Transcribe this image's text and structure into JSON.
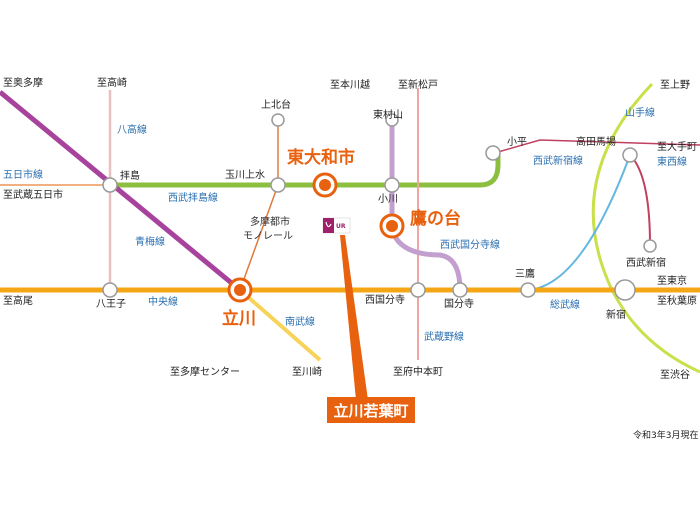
{
  "colors": {
    "chuo": "#f5a614",
    "seibu_haijima": "#8cbf3f",
    "ome": "#a7439c",
    "hachiko": "#e8c0c0",
    "nambu": "#f7d35a",
    "monorail": "#e07a3c",
    "seibu_kokubunji": "#c39fcf",
    "musashino": "#f0a5a0",
    "yamanote": "#c9e04a",
    "sobu": "#64b7e0",
    "seibu_shinjuku_branch": "#c04060",
    "highlight": "#e8610f"
  },
  "highlighted_stations": {
    "higashiyamato": "東大和市",
    "takanodai": "鷹の台",
    "tachikawa": "立川"
  },
  "callout": "立川若葉町",
  "ur_logo": "UR",
  "date_note": "令和3年3月現在",
  "lines": {
    "itsukaichi": "五日市線",
    "hachiko": "八高線",
    "seibu_haijima": "西武拝島線",
    "monorail": "多摩都市\nモノレール",
    "ome": "青梅線",
    "chuo": "中央線",
    "nambu": "南武線",
    "seibu_kokubunji": "西武国分寺線",
    "musashino": "武蔵野線",
    "yamanote": "山手線",
    "seibu_shinjuku": "西武新宿線",
    "tozai": "東西線",
    "sobu": "総武線"
  },
  "stations": {
    "haijima": "拝島",
    "tamagawajosui": "玉川上水",
    "kamikitadai": "上北台",
    "ogawa": "小川",
    "higashimurayama": "東村山",
    "kodaira": "小平",
    "takadanobaba": "高田馬場",
    "hachioji": "八王子",
    "nishikokubunji": "西国分寺",
    "kokubunji": "国分寺",
    "mitaka": "三鷹",
    "shinjuku": "新宿",
    "seibushinjuku": "西武新宿"
  },
  "destinations": {
    "okutama": "至奥多摩",
    "takasaki": "至高崎",
    "honkawagoe": "至本川越",
    "shinmatsudo": "至新松戸",
    "ueno": "至上野",
    "otemachi": "至大手町",
    "musashiitsukaichi": "至武蔵五日市",
    "takao": "至高尾",
    "tokyo": "至東京",
    "akihabara": "至秋葉原",
    "tamacenter": "至多摩センター",
    "kawasaki": "至川崎",
    "fuchuhonmachi": "至府中本町",
    "shibuya": "至渋谷"
  }
}
